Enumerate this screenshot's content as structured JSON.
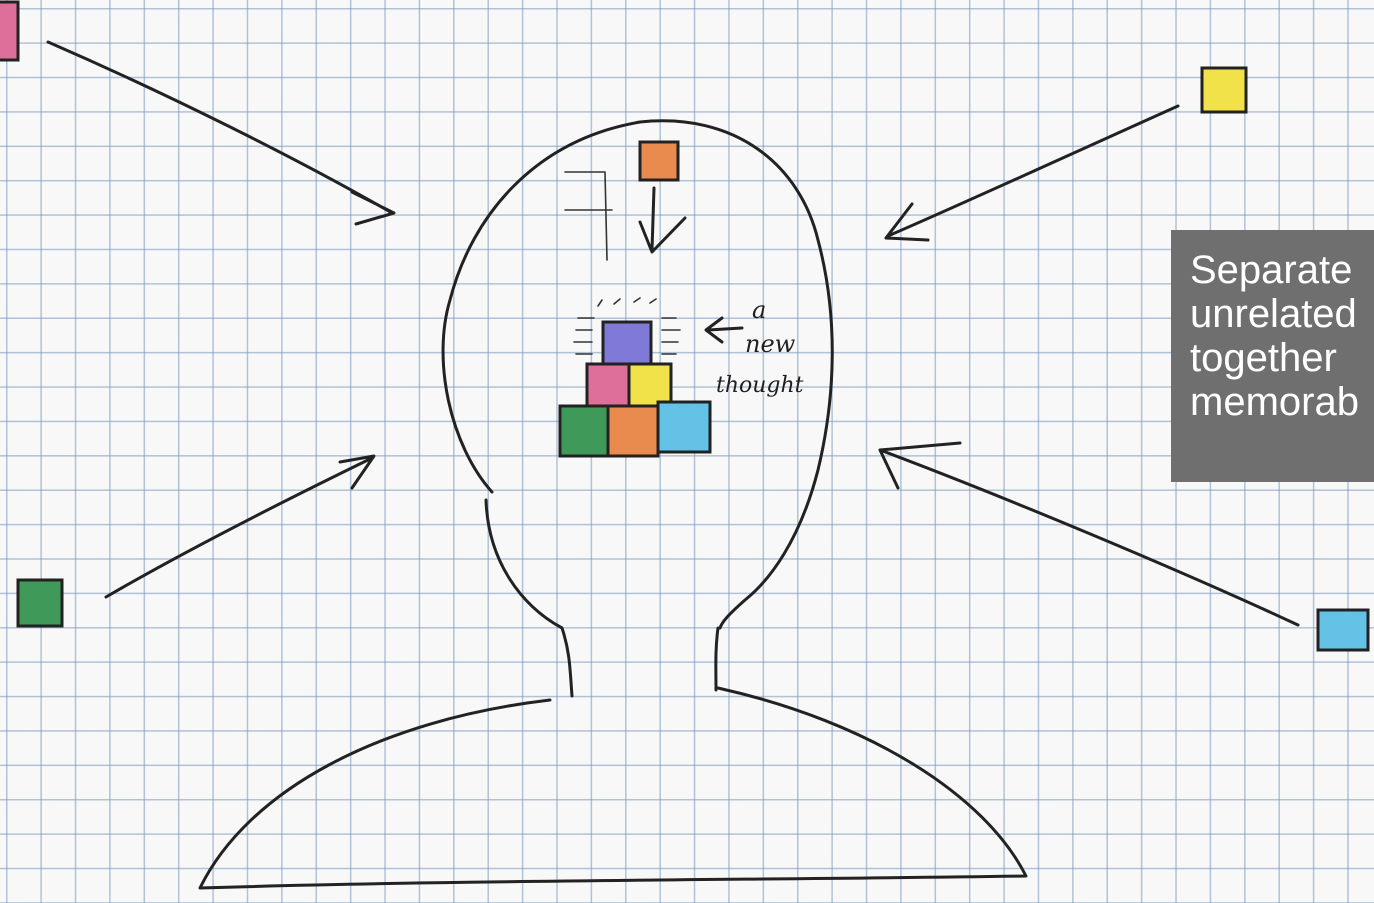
{
  "annotation": {
    "lines": [
      "a",
      "new",
      "thought"
    ]
  },
  "caption": {
    "lines": [
      "Separate",
      "unrelated",
      "together",
      "memorab"
    ]
  },
  "colors": {
    "background": "#f7f8f7",
    "grid": "#7896be",
    "ink": "#222222",
    "caption_bg": "#6f6f6f",
    "caption_text": "#ffffff",
    "block_orange": "#e98a4e",
    "block_yellow": "#f1e24a",
    "block_green": "#3f9a5a",
    "block_light_blue": "#63c2e6",
    "block_pink": "#de6f9a",
    "block_purple": "#7f7ad8"
  }
}
